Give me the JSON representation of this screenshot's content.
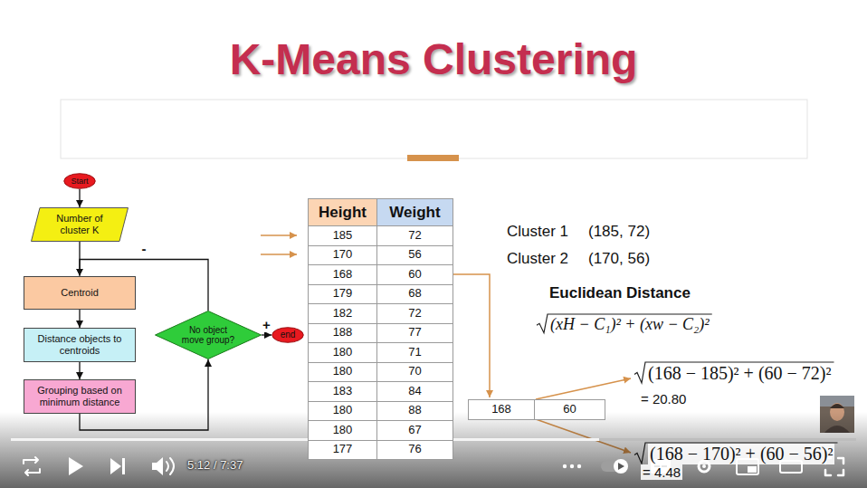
{
  "diagram": {
    "title": "K-Means Clustering",
    "nodes": [
      {
        "text": [
          "Start"
        ]
      },
      {
        "text": [
          "Number of cluster K"
        ]
      },
      {
        "text": [
          "Centroid"
        ]
      },
      {
        "text": [
          "Distance objects to centroids"
        ]
      },
      {
        "text": [
          "Grouping based on minimum distance"
        ]
      },
      {
        "text": [
          "No object move group?"
        ]
      },
      {
        "text": [
          "end"
        ]
      }
    ],
    "edges": [
      {
        "from": 0,
        "to": 1,
        "arrow": "to"
      },
      {
        "from": 1,
        "to": 2,
        "arrow": "to"
      },
      {
        "from": 2,
        "to": 3,
        "arrow": "to"
      },
      {
        "from": 3,
        "to": 4,
        "arrow": "to"
      },
      {
        "from": 4,
        "to": 5,
        "arrow": "to"
      },
      {
        "from": 5,
        "to": 2,
        "label": "-",
        "arrow": "to"
      },
      {
        "from": 5,
        "to": 6,
        "label": "+",
        "arrow": "to"
      }
    ],
    "labels": [
      "Height",
      "Weight",
      "185",
      "72",
      "170",
      "56",
      "168",
      "60",
      "179",
      "68",
      "182",
      "72",
      "188",
      "77",
      "180",
      "71",
      "180",
      "70",
      "183",
      "84",
      "180",
      "88",
      "180",
      "67",
      "177",
      "76",
      "Cluster 1",
      "(185, 72)",
      "Cluster 2",
      "(170, 56)",
      "Euclidean Distance",
      "(xH − C₁)² + (xw − C₂)²",
      "168",
      "60",
      "(168 − 185)² + (60 − 72)²",
      "= 20.80",
      "(168 − 170)² + (60 − 56)²",
      "= 4.48",
      "5:12 / 7:37"
    ]
  }
}
